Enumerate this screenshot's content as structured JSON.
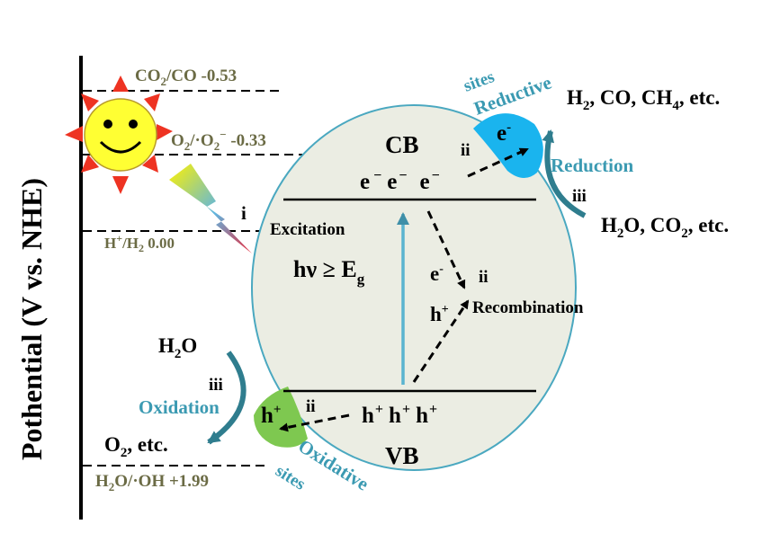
{
  "axis": {
    "label_main": "Pothential (V vs. NHE)"
  },
  "levels": {
    "co2_co": {
      "label_a": "CO",
      "sub_a": "2",
      "label_b": "/CO  -0.53"
    },
    "o2": {
      "label_a": "O",
      "sub_a": "2",
      "label_b": "/·O",
      "sub_b": "2",
      "sup_b": "−",
      "label_c": "  -0.33"
    },
    "h_h2": {
      "label_a": "H",
      "sup_a": "+",
      "label_b": "/H",
      "sub_b": "2",
      "label_c": "  0.00"
    },
    "h2o_oh": {
      "label_a": "H",
      "sub_a": "2",
      "label_b": "O/·OH +1.99"
    }
  },
  "semiconductor": {
    "cb": "CB",
    "vb": "VB",
    "electrons": [
      "e",
      "e",
      "e"
    ],
    "electron_sup": [
      "−",
      "−",
      "−"
    ],
    "holes": [
      "h",
      "h",
      "h"
    ],
    "hole_sup": [
      "+",
      "+",
      "+"
    ],
    "excitation": "Excitation",
    "hv": "hν ≥ E",
    "hv_sub": "g",
    "recomb_e": "e",
    "recomb_e_sup": "-",
    "recomb_h": "h",
    "recomb_h_sup": "+",
    "recombination": "Recombination",
    "step_i": "i",
    "step_ii_recomb": "ii"
  },
  "reductive": {
    "sites_word": "sites",
    "reductive_word": "Reductive",
    "site_e": "e",
    "site_e_sup": "-",
    "step_ii": "ii",
    "products_a": "H",
    "products_sub_a": "2",
    "products_b": ", CO, CH",
    "products_sub_b": "4",
    "products_c": ", etc.",
    "reduction": "Reduction",
    "step_iii": "iii",
    "reactants_a": "H",
    "reactants_sub_a": "2",
    "reactants_b": "O, CO",
    "reactants_sub_b": "2",
    "reactants_c": ", etc."
  },
  "oxidative": {
    "oxidative_word": "Oxidative",
    "sites_word": "sites",
    "site_h": "h",
    "site_h_sup": "+",
    "step_ii": "ii",
    "reactant_a": "H",
    "reactant_sub": "2",
    "reactant_b": "O",
    "step_iii": "iii",
    "oxidation": "Oxidation",
    "product_a": "O",
    "product_sub": "2",
    "product_b": ", etc."
  },
  "colors": {
    "level_text": "#6b6b45",
    "teal": "#3b9ab2",
    "particle_fill": "#ebede3",
    "particle_stroke": "#4aa8c0",
    "reductive_site": "#1ab4ee",
    "oxidative_site": "#7ec850",
    "sun_body": "#ffff33",
    "sun_rays": "#ee3322"
  }
}
